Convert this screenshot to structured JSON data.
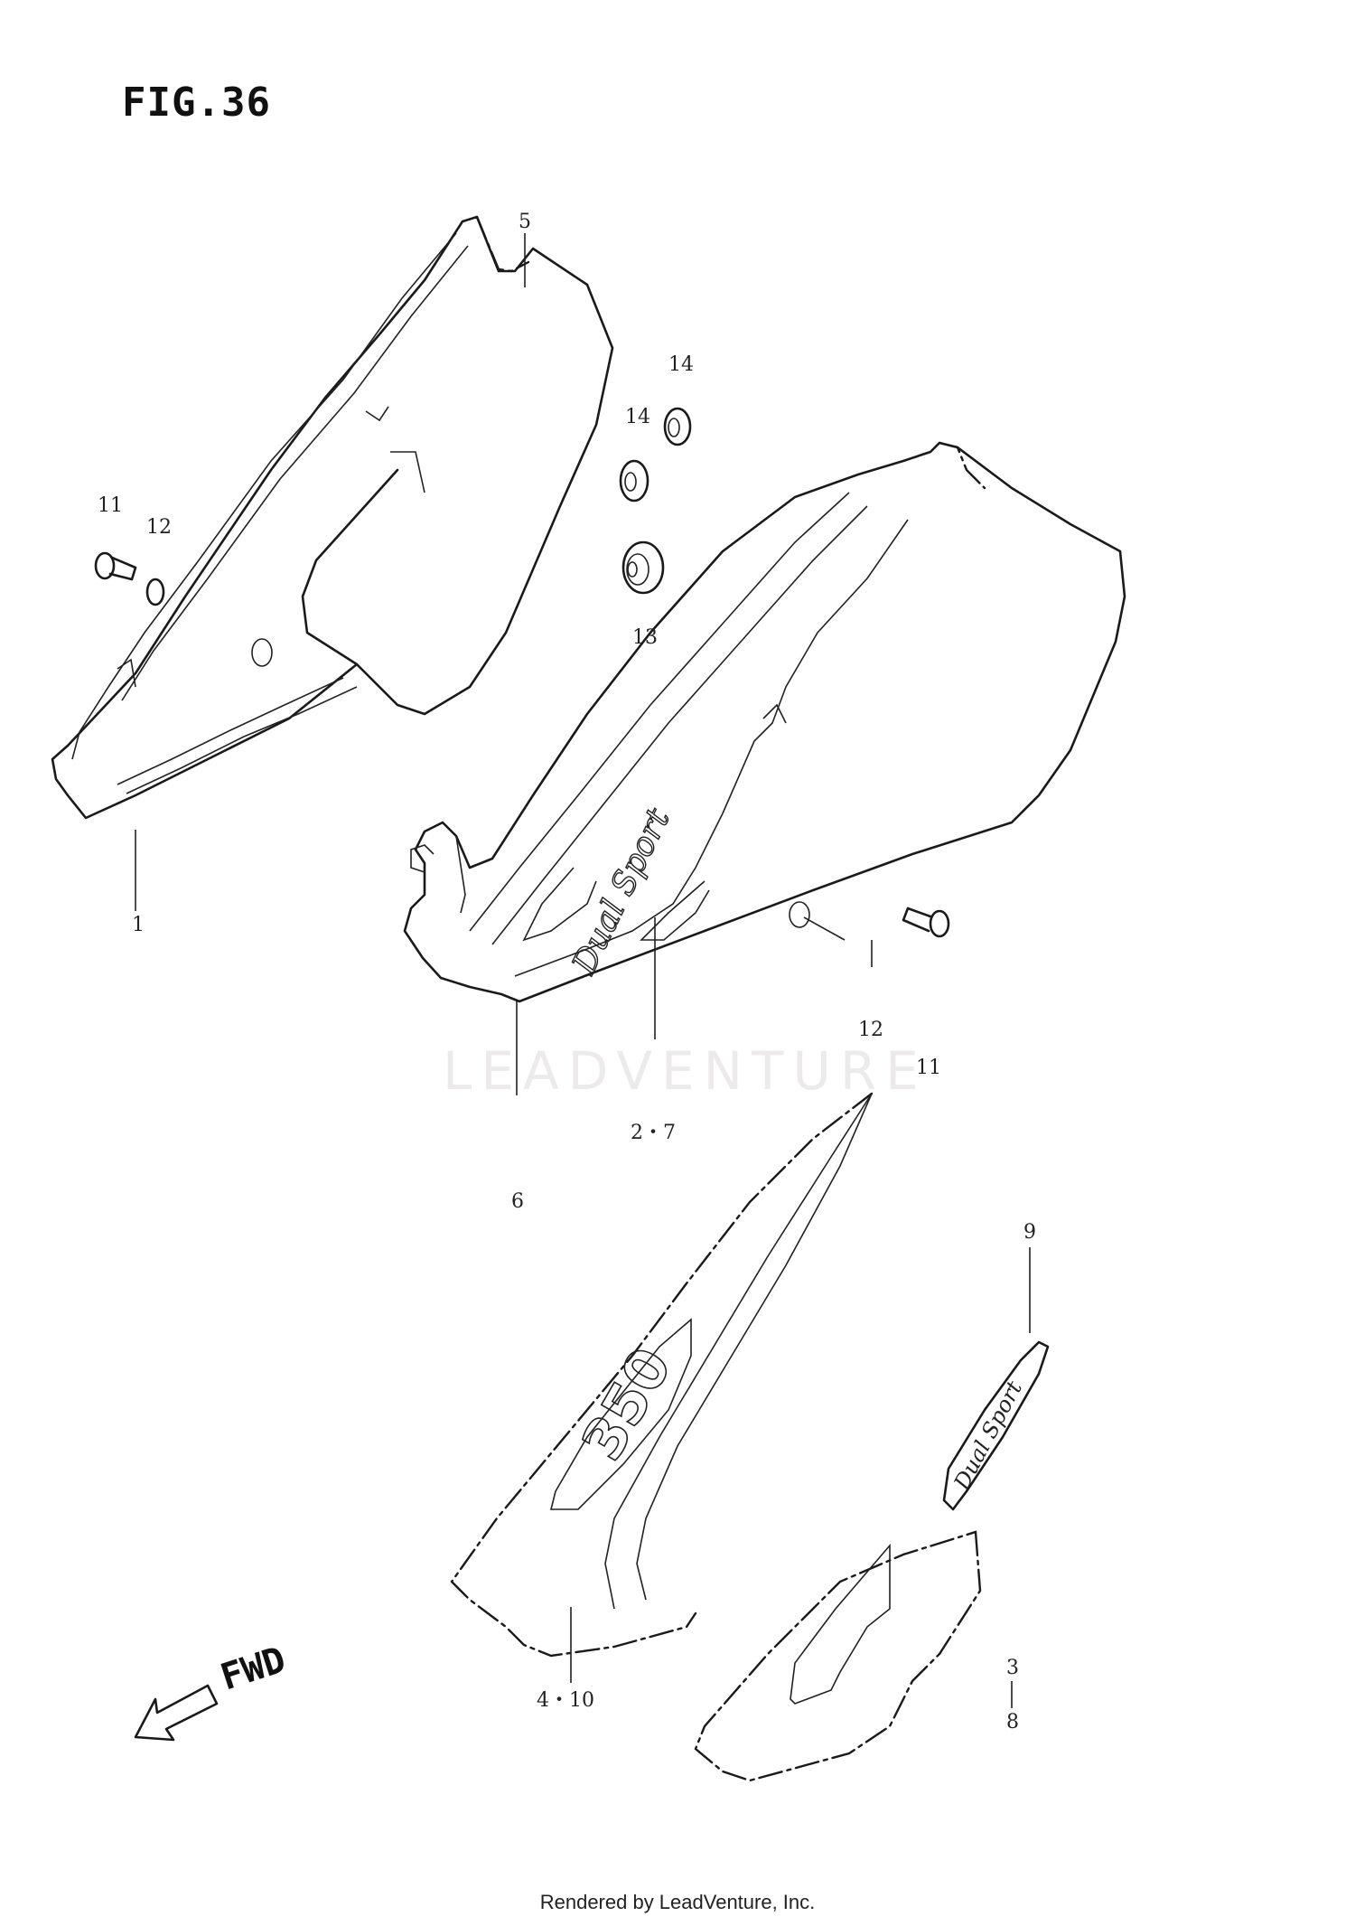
{
  "figure": {
    "title": "FIG.36"
  },
  "watermark": "LEADVENTURE",
  "direction": {
    "label": "FWD"
  },
  "decals": {
    "brand_script": "Dual Sport",
    "model_number": "350"
  },
  "callouts": [
    {
      "id": "c5",
      "text": "5"
    },
    {
      "id": "c14a",
      "text": "14"
    },
    {
      "id": "c14b",
      "text": "14"
    },
    {
      "id": "c11a",
      "text": "11"
    },
    {
      "id": "c12a",
      "text": "12"
    },
    {
      "id": "c13",
      "text": "13"
    },
    {
      "id": "c1",
      "text": "1"
    },
    {
      "id": "c12b",
      "text": "12"
    },
    {
      "id": "c11b",
      "text": "11"
    },
    {
      "id": "c27",
      "text": "2・7"
    },
    {
      "id": "c6",
      "text": "6"
    },
    {
      "id": "c9",
      "text": "9"
    },
    {
      "id": "c410",
      "text": "4・10"
    },
    {
      "id": "c3",
      "text": "3"
    },
    {
      "id": "c8",
      "text": "8"
    }
  ],
  "footer": "Rendered by LeadVenture, Inc."
}
